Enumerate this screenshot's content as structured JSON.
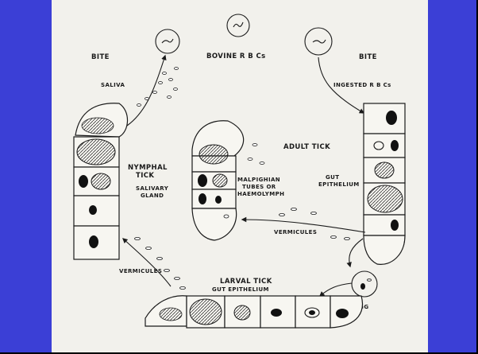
{
  "labels": {
    "bite_left": "BITE",
    "bovine_rbcs": "BOVINE  R B Cs",
    "bite_right": "BITE",
    "saliva": "SALIVA",
    "ingested_rbcs": "INGESTED  R B Cs",
    "nymphal_tick_1": "NYMPHAL",
    "nymphal_tick_2": "TICK",
    "salivary_gland_1": "SALIVARY",
    "salivary_gland_2": "GLAND",
    "adult_tick": "ADULT  TICK",
    "malpighian_1": "MALPIGHIAN",
    "malpighian_2": "TUBES  OR",
    "malpighian_3": "HAEMOLYMPH",
    "gut_epithelium_right_1": "GUT",
    "gut_epithelium_right_2": "EPITHELIUM",
    "vermicules_center": "VERMICULES",
    "vermicules_left": "VERMICULES",
    "egg": "EGG",
    "larval_tick_1": "LARVAL  TICK",
    "larval_tick_2": "GUT  EPITHELIUM"
  },
  "colors": {
    "slide_background": "#3b3fd6",
    "paper": "#f2f1ec",
    "ink": "#1a1a1a"
  }
}
